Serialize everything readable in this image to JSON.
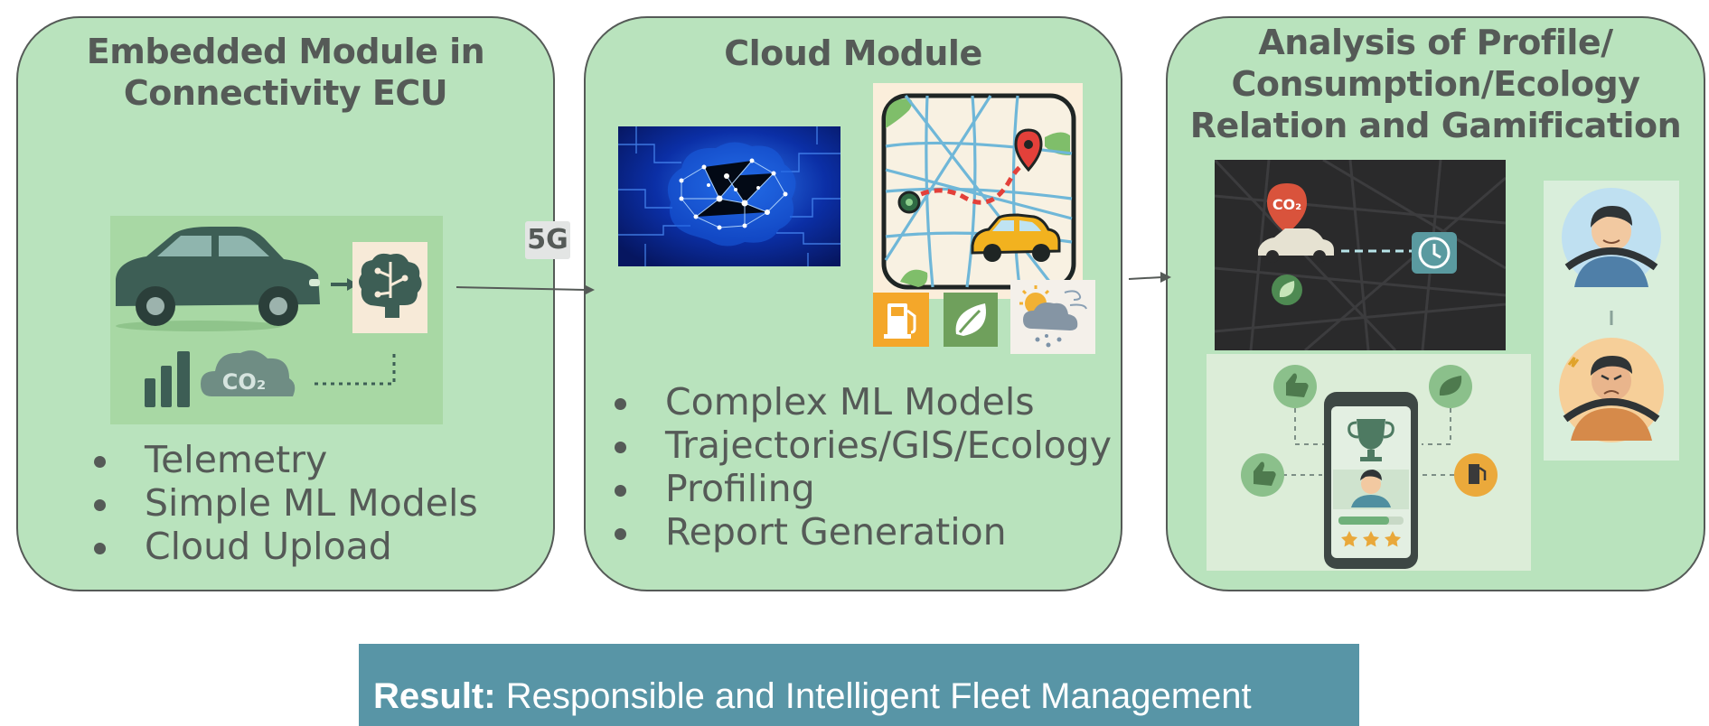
{
  "panels": {
    "embedded": {
      "title_line1": "Embedded Module in",
      "title_line2": "Connectivity ECU",
      "bullets": [
        "Telemetry",
        "Simple ML Models",
        "Cloud Upload"
      ],
      "co2_label": "CO₂"
    },
    "cloud": {
      "title": "Cloud Module",
      "bullets": [
        "Complex ML Models",
        "Trajectories/GIS/Ecology",
        "Profiling",
        "Report Generation"
      ]
    },
    "analysis": {
      "title_line1": "Analysis of Profile/",
      "title_line2": "Consumption/Ecology",
      "title_line3": "Relation and Gamification",
      "co2_marker": "CO₂"
    }
  },
  "connector_badge": "5G",
  "result": {
    "label": "Result:",
    "text": " Responsible and Intelligent Fleet Management"
  },
  "colors": {
    "panel_fill": "#b9e3bd",
    "panel_border": "#555a57",
    "text": "#555a57",
    "result_bar": "#5895a6",
    "icon_dark_green": "#3d5e55",
    "fuel_orange": "#f4a72a",
    "leaf_green": "#6fa05c"
  },
  "icons": [
    "car-icon",
    "brain-icon",
    "signal-bars-icon",
    "co2-cloud-icon",
    "neural-network-image",
    "route-map-icon",
    "fuel-pump-icon",
    "leaf-icon",
    "weather-icon",
    "dark-map-icon",
    "clock-icon",
    "calm-driver-icon",
    "angry-driver-icon",
    "thumbs-up-icon",
    "trophy-icon",
    "smartphone-icon"
  ]
}
